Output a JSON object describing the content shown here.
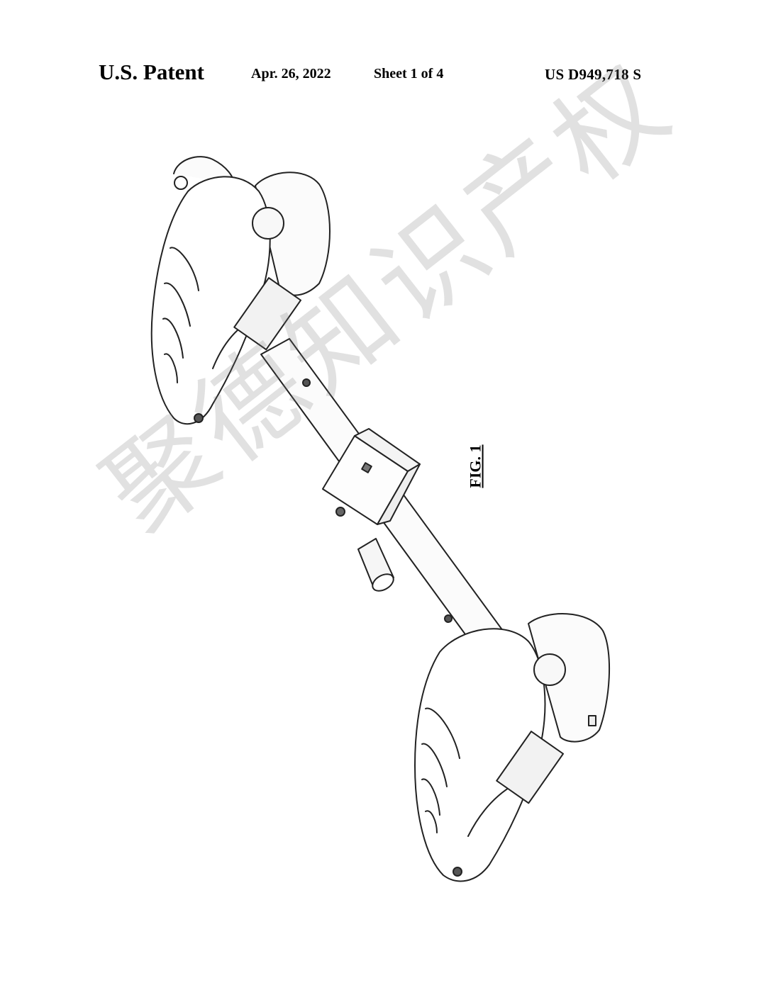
{
  "header": {
    "title": "U.S. Patent",
    "date": "Apr. 26, 2022",
    "sheet": "Sheet 1 of 4",
    "patent_number": "US D949,718 S"
  },
  "figure": {
    "label": "FIG. 1"
  },
  "watermark": {
    "text": "聚德知识产权"
  }
}
